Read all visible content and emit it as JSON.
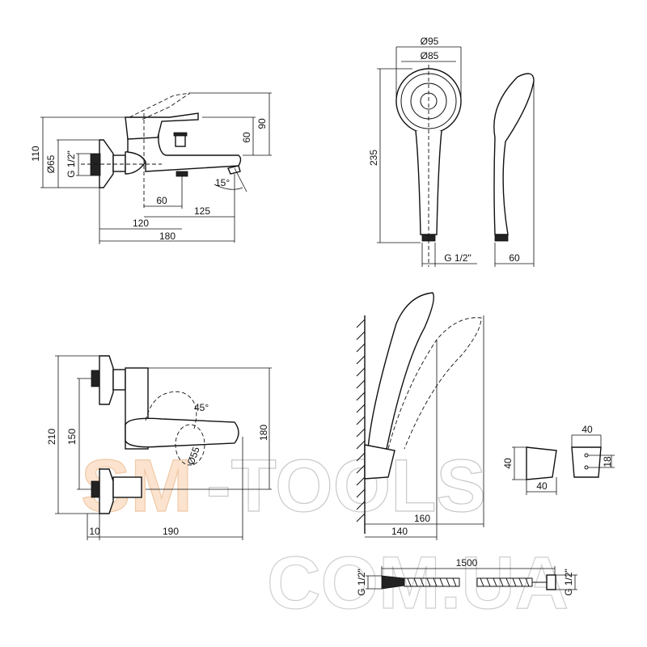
{
  "watermark": {
    "line1_a": "SM",
    "line1_b": "-TOOLS",
    "line2": "COM.UA"
  },
  "mixer_side": {
    "height_total": "110",
    "flange_diameter": "Ø65",
    "thread": "G 1/2\"",
    "lever_height": "90",
    "body_height": "60",
    "spout_angle": "15°",
    "dim_60": "60",
    "dim_125": "125",
    "dim_120": "120",
    "dim_180": "180"
  },
  "hand_shower": {
    "outer_diameter": "Ø95",
    "inner_diameter": "Ø85",
    "length": "235",
    "thread": "G 1/2\"",
    "depth": "60"
  },
  "mixer_top": {
    "height_210": "210",
    "height_150": "150",
    "height_180": "180",
    "lever_angle": "45°",
    "diameter": "Ø55",
    "dim_10": "10",
    "dim_190": "190"
  },
  "wall_holder": {
    "reach_160": "160",
    "reach_140": "140",
    "holder_height": "40",
    "holder_depth": "40",
    "holder_width": "40",
    "hole_spacing": "18"
  },
  "hose": {
    "length": "1500",
    "thread_left": "G 1/2\"",
    "thread_right": "G 1/2\""
  }
}
